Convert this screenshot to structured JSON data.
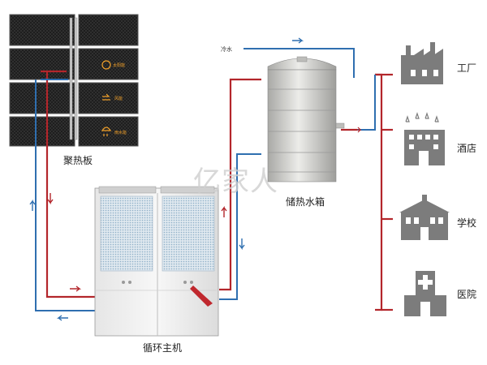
{
  "labels": {
    "collector": "聚热板",
    "tank": "储热水箱",
    "host": "循环主机",
    "cold_water": "冷水",
    "watermark": "亿家人"
  },
  "panel_modes": [
    "太阳能",
    "风能",
    "雨水能"
  ],
  "destinations": [
    {
      "label": "工厂",
      "icon": "factory-icon"
    },
    {
      "label": "酒店",
      "icon": "hotel-icon"
    },
    {
      "label": "学校",
      "icon": "school-icon"
    },
    {
      "label": "医院",
      "icon": "hospital-icon"
    }
  ],
  "colors": {
    "hot_pipe": "#b3262b",
    "cold_pipe": "#2f6fb0",
    "panel": "#1c1c1c",
    "tank": "#cfcfcc",
    "icon_gray": "#7c7c7c",
    "host_fan": "#8fb0c8"
  }
}
